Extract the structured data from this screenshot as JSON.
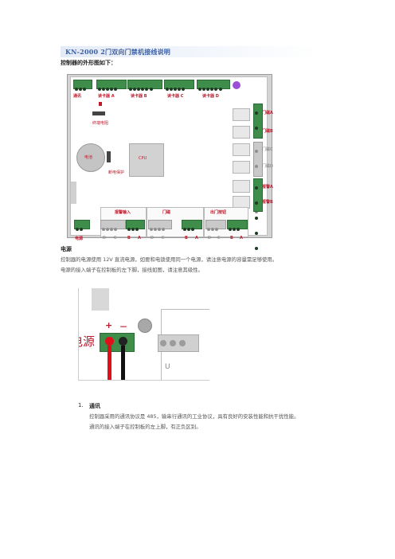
{
  "doc": {
    "title": "KN-2000 2门双向门禁机接线说明",
    "subtitle": "控制器的外形图如下：",
    "board": {
      "top_labels": [
        "通讯",
        "读卡器 A",
        "读卡器 B",
        "读卡器 C",
        "读卡器 D"
      ],
      "resistor_label": "终端电阻",
      "battery_label": "电池",
      "cpu_label": "CPU",
      "power_protect_label": "断电保护",
      "right_labels": [
        "门磁A",
        "门磁B",
        "门磁C",
        "门磁D",
        "报警A",
        "报警B"
      ],
      "bottom_group_labels": [
        "报警输入",
        "门磁",
        "出门按钮"
      ],
      "power_label": "电源",
      "pin_groups": [
        [
          "D",
          "C",
          "B",
          "A"
        ],
        [
          "D",
          "C",
          "B",
          "A"
        ],
        [
          "D",
          "C",
          "B",
          "A"
        ]
      ]
    },
    "section_power": {
      "heading": "电源",
      "line1": "控制器的电源使用 12V 直流电源，如要和电锁使用同一个电源，请注意电源的容量需足够使用。",
      "line2": "电源的接入端子在控制板的左下脚，接线如图，请注意其级性。"
    },
    "photo": {
      "plus": "+",
      "minus": "－",
      "label": "电源",
      "u_label": "U"
    },
    "section_comm": {
      "number": "1.",
      "heading": "通讯",
      "line1": "控制器采用的通讯协议是  485，输串行通讯的工业协议，具有良好的安装性能和抗干扰性能。",
      "line2": "通讯的接入端子在控制板的左上脚，有正负区别。"
    },
    "colors": {
      "title": "#3a5fa8",
      "label_red": "#c0182b",
      "terminal_green": "#3e8d4a",
      "wire_red": "#e0101a",
      "wire_black": "#111111",
      "indicator_purple": "#9b4fd6"
    }
  }
}
